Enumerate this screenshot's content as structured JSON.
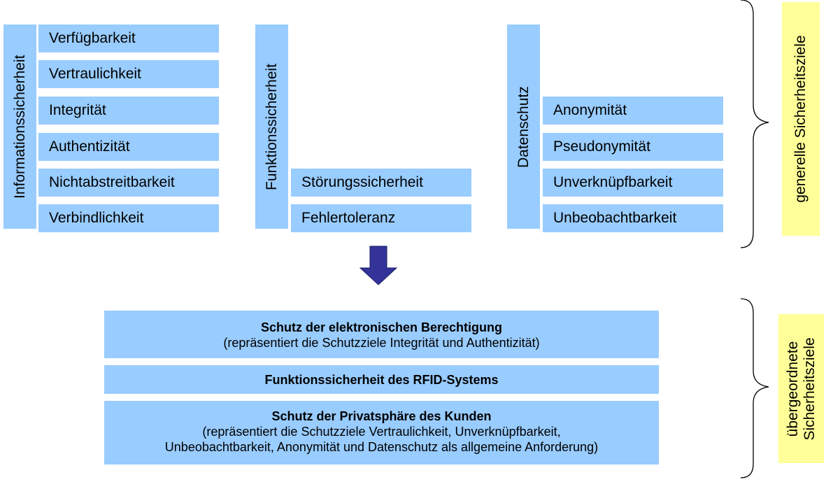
{
  "groups": {
    "info": {
      "label": "Informationssicherheit",
      "items": [
        "Verfügbarkeit",
        "Vertraulichkeit",
        "Integrität",
        "Authentizität",
        "Nichtabstreitbarkeit",
        "Verbindlichkeit"
      ]
    },
    "func": {
      "label": "Funktionssicherheit",
      "items": [
        "Störungssicherheit",
        "Fehlertoleranz"
      ]
    },
    "data": {
      "label": "Datenschutz",
      "items": [
        "Anonymität",
        "Pseudonymität",
        "Unverknüpfbarkeit",
        "Unbeobachtbarkeit"
      ]
    }
  },
  "side_labels": {
    "generelle": "generelle Sicherheitsziele",
    "uebergeordnete_line1": "übergeordnete",
    "uebergeordnete_line2": "Sicherheitsziele"
  },
  "bottom": {
    "box1_title": "Schutz der elektronischen Berechtigung",
    "box1_sub": "(repräsentiert die Schutzziele Integrität und Authentizität)",
    "box2_title": "Funktionssicherheit des RFID-Systems",
    "box3_title": "Schutz der Privatsphäre des Kunden",
    "box3_sub1": "(repräsentiert die Schutzziele Vertraulichkeit, Unverknüpfbarkeit,",
    "box3_sub2": "Unbeobachtbarkeit, Anonymität und Datenschutz als allgemeine Anforderung)"
  },
  "colors": {
    "box_fill": "#99ccff",
    "label_fill": "#ffff99",
    "arrow_fill": "#333399"
  }
}
